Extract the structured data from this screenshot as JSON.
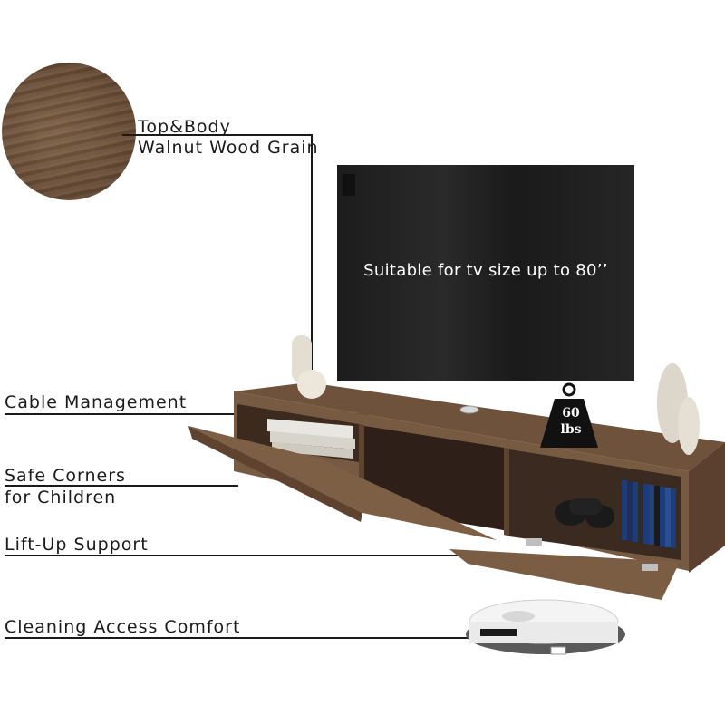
{
  "tv": {
    "caption": "Suitable for tv size up to 80’’"
  },
  "weight": {
    "amount": "60",
    "unit": "lbs"
  },
  "features": [
    {
      "line1": "Top&Body",
      "line2": "Walnut Wood Grain"
    },
    {
      "line1": "Cable Management"
    },
    {
      "line1": "Safe Corners",
      "line2": "for Children"
    },
    {
      "line1": "Lift-Up Support"
    },
    {
      "line1": "Cleaning Access Comfort"
    }
  ],
  "colors": {
    "walnut": "#7a5a40",
    "walnut_dark": "#5b4030",
    "tv": "#222222",
    "line": "#1a1a1a",
    "robot": "#f2f2f2"
  }
}
